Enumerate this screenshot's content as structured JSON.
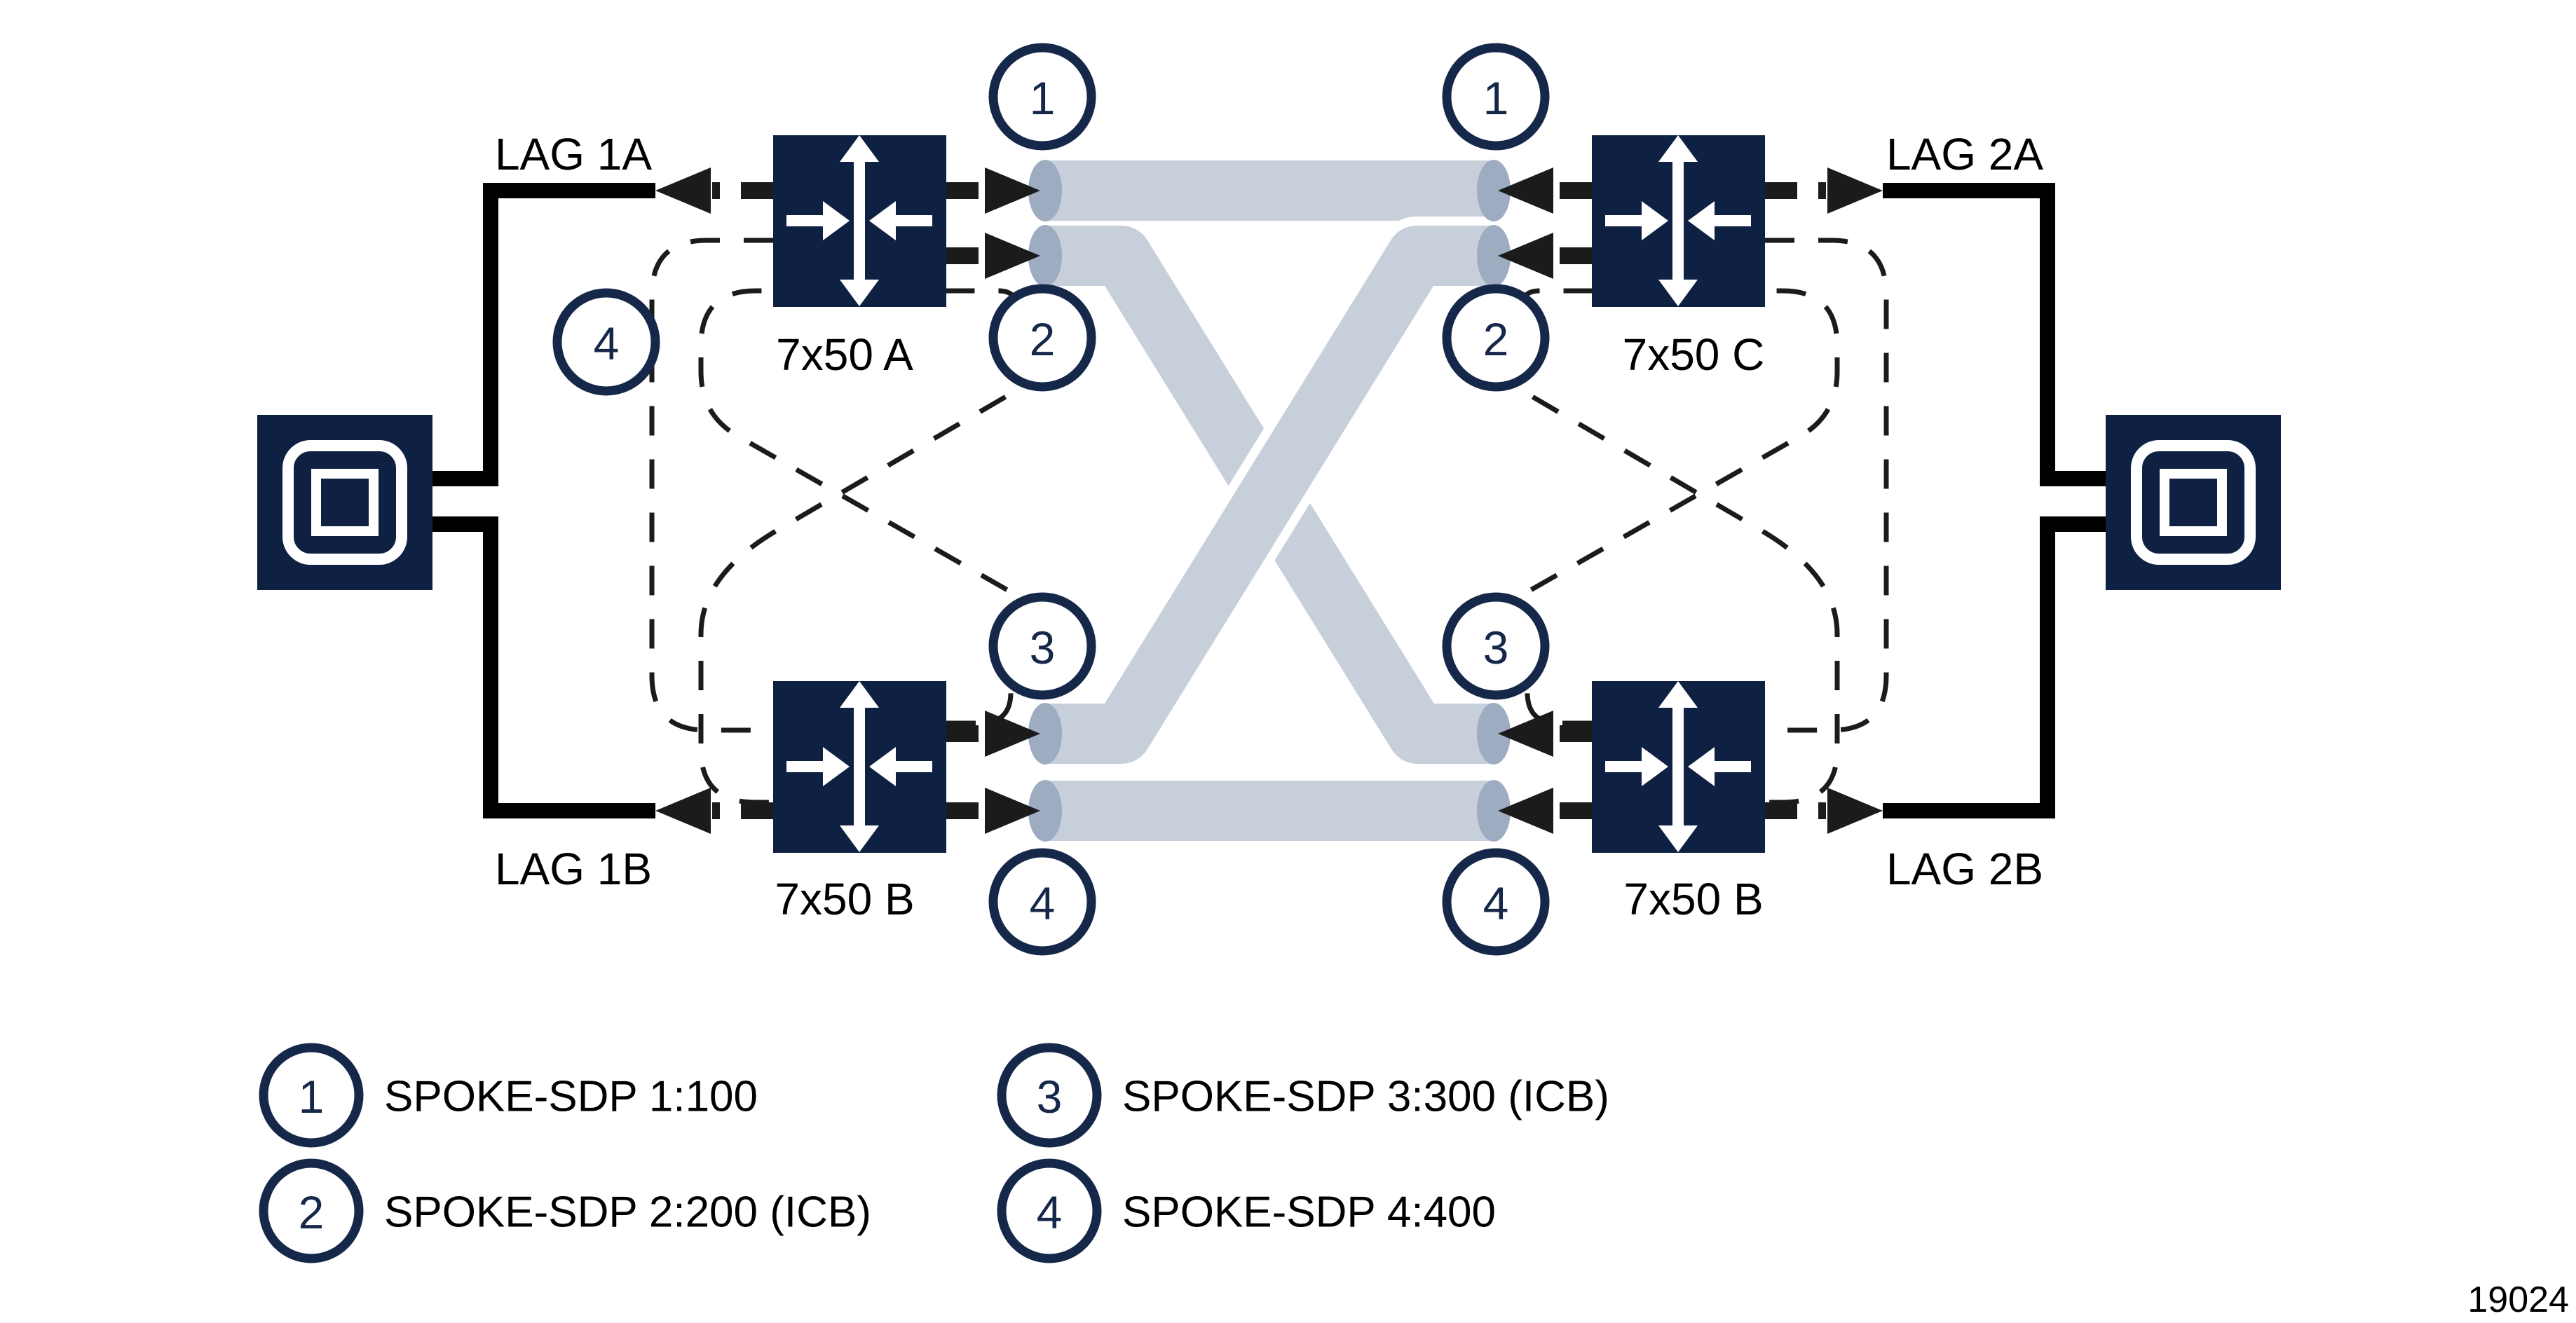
{
  "figure_number": "19024",
  "colors": {
    "navy": "#0f2142",
    "badge_stroke": "#16284a",
    "pipe": "#c7cfdb",
    "pipe_cap": "#9dacc1",
    "line_black": "#1b1b1b"
  },
  "icons": {
    "router": "crossed-arrows-icon",
    "ce": "nested-squares-icon"
  },
  "routers": [
    {
      "id": "7x50-a",
      "label": "7x50 A"
    },
    {
      "id": "7x50-c",
      "label": "7x50 C"
    },
    {
      "id": "7x50-b-left",
      "label": "7x50 B"
    },
    {
      "id": "7x50-b-right",
      "label": "7x50 B"
    }
  ],
  "lags": [
    {
      "id": "lag-1a",
      "label": "LAG 1A"
    },
    {
      "id": "lag-2a",
      "label": "LAG 2A"
    },
    {
      "id": "lag-1b",
      "label": "LAG 1B"
    },
    {
      "id": "lag-2b",
      "label": "LAG 2B"
    }
  ],
  "badges": {
    "b1": "1",
    "b2": "2",
    "b3": "3",
    "b4": "4"
  },
  "legend": {
    "items": [
      {
        "num": "1",
        "label": "SPOKE-SDP 1:100"
      },
      {
        "num": "2",
        "label": "SPOKE-SDP 2:200 (ICB)"
      },
      {
        "num": "3",
        "label": "SPOKE-SDP 3:300 (ICB)"
      },
      {
        "num": "4",
        "label": "SPOKE-SDP 4:400"
      }
    ]
  }
}
